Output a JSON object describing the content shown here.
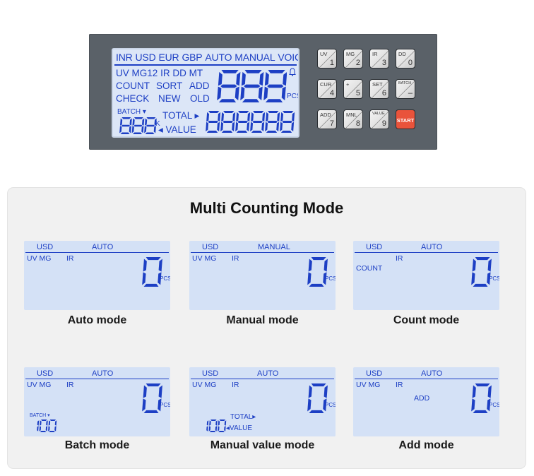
{
  "device": {
    "lcd": {
      "currencies": [
        "INR",
        "USD",
        "EUR",
        "GBP"
      ],
      "modes": [
        "AUTO",
        "MANUAL",
        "VOICE"
      ],
      "row2": [
        "UV",
        "MG12",
        "IR",
        "DD",
        "MT"
      ],
      "count": "COUNT",
      "sort": "SORT",
      "add": "ADD",
      "check": "CHECK",
      "new": "NEW",
      "old": "OLD",
      "batch": "BATCH ▾",
      "k": "K",
      "total": "TOTAL ▸",
      "value": "◂ VALUE",
      "pcs": "PCS",
      "big_digits": "888",
      "batch_digits": "888",
      "value_digits": "888888"
    },
    "keys": [
      {
        "top": "UV",
        "bottom": "1"
      },
      {
        "top": "MG",
        "bottom": "2"
      },
      {
        "top": "IR",
        "bottom": "3"
      },
      {
        "top": "DD",
        "bottom": "0"
      },
      {
        "top": "CUR",
        "bottom": "4"
      },
      {
        "top": "+",
        "bottom": "5"
      },
      {
        "top": "SET",
        "bottom": "6"
      },
      {
        "top": "BATCH",
        "bottom": "–"
      },
      {
        "top": "ADD",
        "bottom": "7"
      },
      {
        "top": "MNL",
        "bottom": "8"
      },
      {
        "top": "VALUE",
        "bottom": "9"
      },
      {
        "top": "START",
        "bottom": ""
      }
    ]
  },
  "section": {
    "title": "Multi Counting Mode",
    "modes": [
      {
        "label": "Auto  mode",
        "currency": "USD",
        "mode": "AUTO",
        "line1": "UV MG",
        "line1b": "IR",
        "extra": "",
        "digit": "0",
        "pcs": "PCS"
      },
      {
        "label": "Manual  mode",
        "currency": "USD",
        "mode": "MANUAL",
        "line1": "UV MG",
        "line1b": "IR",
        "extra": "",
        "digit": "0",
        "pcs": "PCS"
      },
      {
        "label": "Count mode",
        "currency": "USD",
        "mode": "AUTO",
        "line1": "",
        "line1b": "IR",
        "extra": "COUNT",
        "digit": "0",
        "pcs": "PCS"
      },
      {
        "label": "Batch mode",
        "currency": "USD",
        "mode": "AUTO",
        "line1": "UV MG",
        "line1b": "IR",
        "batch_label": "BATCH ▾",
        "batch_value": "100",
        "digit": "0",
        "pcs": "PCS"
      },
      {
        "label": "Manual value mode",
        "currency": "USD",
        "mode": "AUTO",
        "line1": "UV MG",
        "line1b": "IR",
        "value_digits": "100",
        "total": "TOTAL▸",
        "value": "◂VALUE",
        "digit": "0",
        "pcs": "PCS"
      },
      {
        "label": "Add mode",
        "currency": "USD",
        "mode": "AUTO",
        "line1": "UV MG",
        "line1b": "IR",
        "extra": "ADD",
        "digit": "0",
        "pcs": "PCS"
      }
    ]
  },
  "colors": {
    "lcd_bg": "#dce6f7",
    "lcd_fg": "#1d3fc4",
    "panel": "#5a6168",
    "start_key": "#e9533b"
  }
}
